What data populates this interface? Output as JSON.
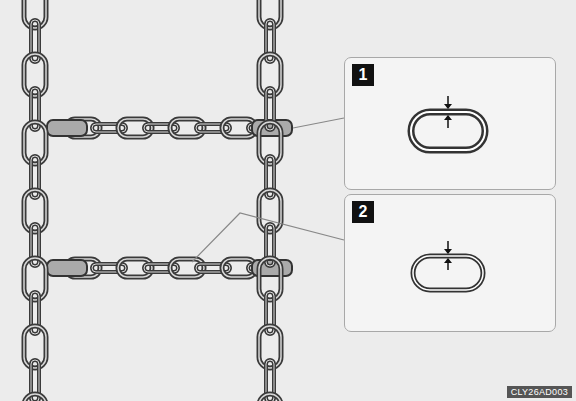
{
  "diagram": {
    "nodes": [
      {
        "text": [
          "1"
        ]
      },
      {
        "text": [
          "2"
        ]
      }
    ],
    "labels": [
      "CLY26AD003"
    ]
  }
}
